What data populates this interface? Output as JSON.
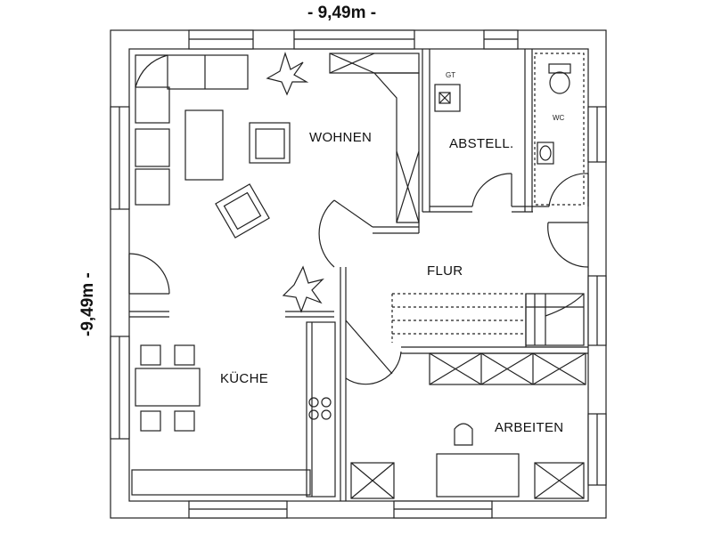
{
  "dimensions": {
    "width": "- 9,49m -",
    "height": "-9,49m -"
  },
  "rooms": {
    "wohnen": "WOHNEN",
    "abstell": "ABSTELL.",
    "flur": "FLUR",
    "kueche": "KÜCHE",
    "arbeiten": "ARBEITEN"
  },
  "fixture_labels": {
    "gt": "GT",
    "wc": "WC"
  },
  "colors": {
    "line": "#222222",
    "wall_fill": "#ffffff",
    "background": "#ffffff"
  },
  "icons": [
    "potted-plant-icon",
    "armchair-icon",
    "sofa-icon",
    "toilet-icon",
    "sink-icon",
    "stove-icon",
    "door-swing-icon",
    "staircase-icon"
  ]
}
